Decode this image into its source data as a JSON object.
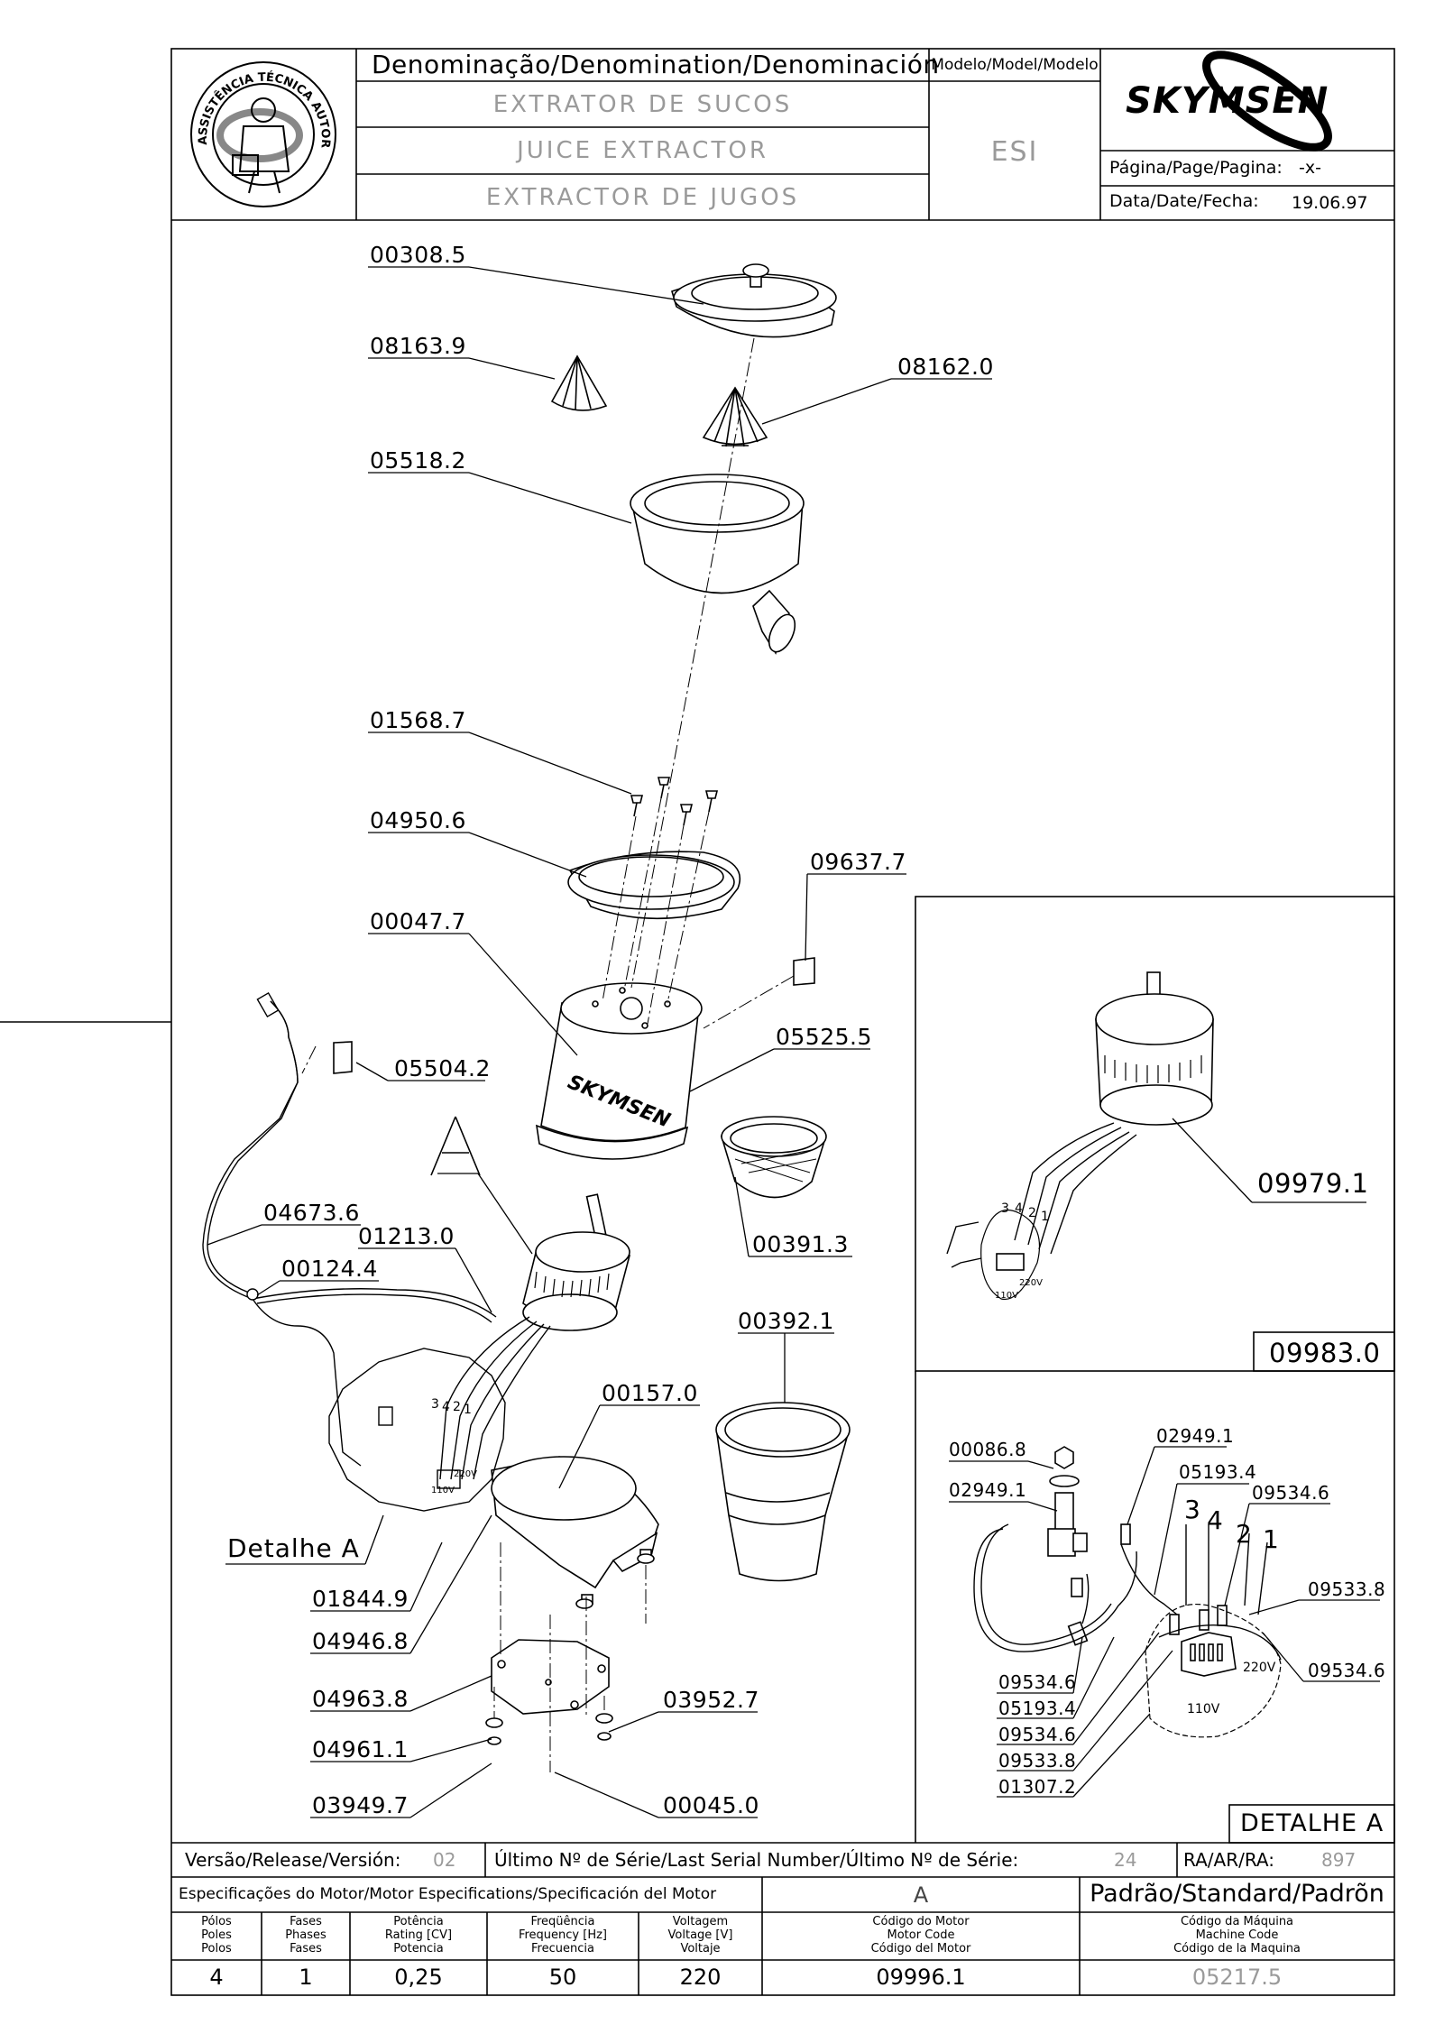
{
  "header": {
    "denomination_label": "Denominação/Denomination/Denominación",
    "names": [
      "EXTRATOR DE SUCOS",
      "JUICE EXTRACTOR",
      "EXTRACTOR DE JUGOS"
    ],
    "model_label": "Modelo/Model/Modelo",
    "model_value": "ESI",
    "brand": "SKYMSEN",
    "badge_text": "ASSISTÊNCIA TÉCNICA AUTORIZADA",
    "page_label": "Página/Page/Pagina:",
    "page_value": "-x-",
    "date_label": "Data/Date/Fecha:",
    "date_value": "19.06.97"
  },
  "parts": {
    "p00308_5": "00308.5",
    "p08163_9": "08163.9",
    "p08162_0": "08162.0",
    "p05518_2": "05518.2",
    "p01568_7": "01568.7",
    "p04950_6": "04950.6",
    "p09637_7": "09637.7",
    "p00047_7": "00047.7",
    "p05525_5": "05525.5",
    "p05504_2": "05504.2",
    "p04673_6": "04673.6",
    "p01213_0": "01213.0",
    "p00124_4": "00124.4",
    "p00391_3": "00391.3",
    "p00392_1": "00392.1",
    "p00157_0": "00157.0",
    "p01844_9": "01844.9",
    "p04946_8": "04946.8",
    "p04963_8": "04963.8",
    "p03952_7": "03952.7",
    "p04961_1": "04961.1",
    "p03949_7": "03949.7",
    "p00045_0": "00045.0",
    "p09979_1": "09979.1",
    "p09983_0": "09983.0"
  },
  "detail_a": {
    "big_letter": "A",
    "label": "Detalhe A",
    "box_title": "DETALHE A",
    "v110": "110V",
    "v220": "220V",
    "wires": [
      "3",
      "4",
      "2",
      "1"
    ],
    "p00086_8": "00086.8",
    "p02949_1a": "02949.1",
    "p02949_1b": "02949.1",
    "p05193_4a": "05193.4",
    "p09534_6a": "09534.6",
    "p09533_8a": "09533.8",
    "p09534_6b": "09534.6",
    "p09534_6c": "09534.6",
    "p05193_4b": "05193.4",
    "p09534_6d": "09534.6",
    "p09533_8b": "09533.8",
    "p01307_2": "01307.2"
  },
  "footer": {
    "version_label": "Versão/Release/Versión:",
    "version_value": "02",
    "serial_label": "Último Nº de Série/Last Serial Number/Último Nº de Série:",
    "serial_value": "24",
    "ra_label": "RA/AR/RA:",
    "ra_value": "897",
    "motor_spec_label": "Especificações do Motor/Motor Especifications/Specificación del Motor",
    "motor_spec_letter": "A",
    "standard_label": "Padrão/Standard/Padrõn",
    "columns": [
      {
        "caption": "Pólos\nPoles\nPolos",
        "value": "4"
      },
      {
        "caption": "Fases\nPhases\nFases",
        "value": "1"
      },
      {
        "caption": "Potência\nRating [CV]\nPotencia",
        "value": "0,25"
      },
      {
        "caption": "Freqüência\nFrequency [Hz]\nFrecuencia",
        "value": "50"
      },
      {
        "caption": "Voltagem\nVoltage [V]\nVoltaje",
        "value": "220"
      },
      {
        "caption": "Código do Motor\nMotor Code\nCódigo del Motor",
        "value": "09996.1"
      },
      {
        "caption": "Código da Máquina\nMachine Code\nCódigo de la Maquina",
        "value": "05217.5"
      }
    ]
  }
}
